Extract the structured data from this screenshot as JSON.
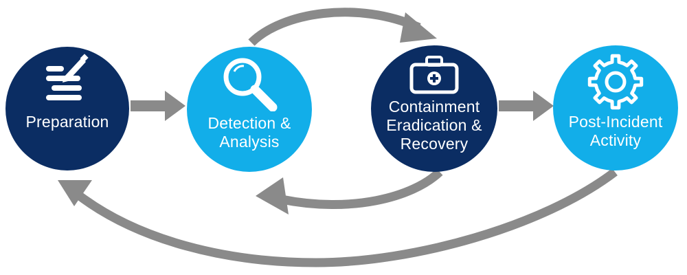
{
  "colors": {
    "dark_navy": "#0b2d63",
    "light_blue": "#12aee9",
    "arrow_gray": "#8a8a8a",
    "text_white": "#ffffff"
  },
  "stages": [
    {
      "label_lines": [
        "Preparation"
      ],
      "icon": "checklist-pencil-icon",
      "color": "dark_navy"
    },
    {
      "label_lines": [
        "Detection &",
        "Analysis"
      ],
      "icon": "magnifier-icon",
      "color": "light_blue"
    },
    {
      "label_lines": [
        "Containment",
        "Eradication &",
        "Recovery"
      ],
      "icon": "first-aid-kit-icon",
      "color": "dark_navy"
    },
    {
      "label_lines": [
        "Post-Incident",
        "Activity"
      ],
      "icon": "gear-icon",
      "color": "light_blue"
    }
  ]
}
